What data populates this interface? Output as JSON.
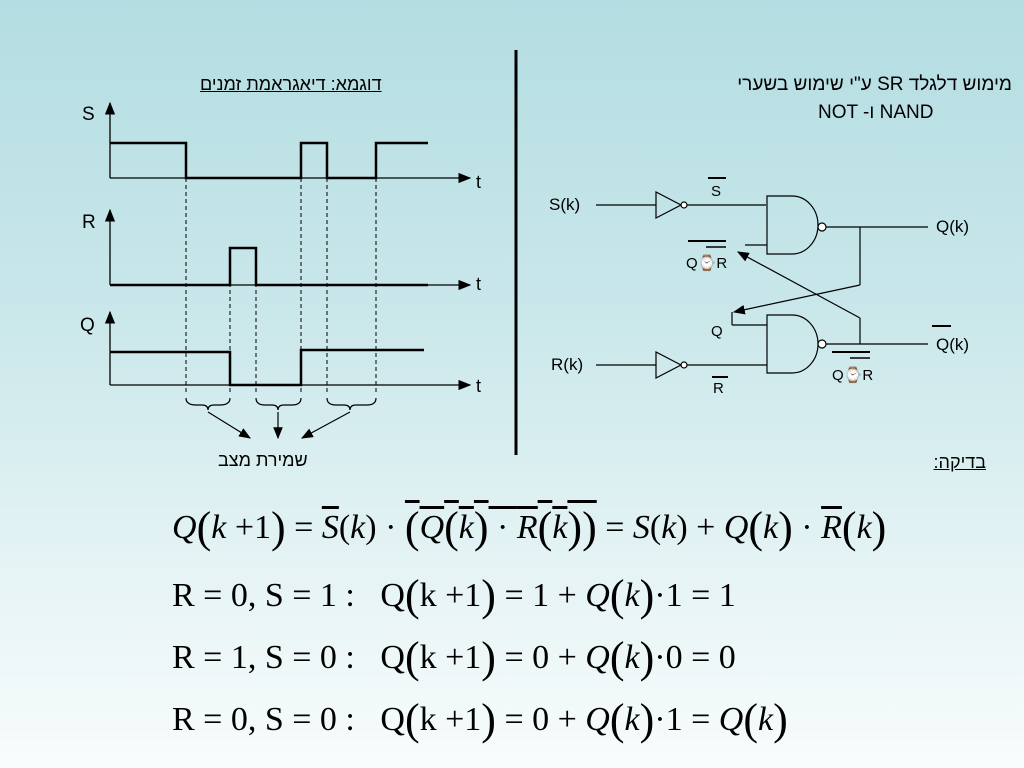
{
  "timing": {
    "title": "דוגמא: דיאגראמת זמנים",
    "s_label": "S",
    "r_label": "R",
    "q_label": "Q",
    "t_label": "t",
    "caption": "שמירת מצב"
  },
  "circuit": {
    "title_line1": "מימוש דלגלד SR ע\"י שימוש בשערי",
    "title_line2": "NOT -ו NAND",
    "s_in": "S(k)",
    "r_in": "R(k)",
    "s_bar": "S",
    "r_bar": "R",
    "q_out": "Q(k)",
    "qbar_out": "Q(k)",
    "q_label": "Q",
    "qr_top": "Q⌚R",
    "qr_bottom": "Q⌚R"
  },
  "check_label": "בדיקה:",
  "equations": {
    "eq1": "Q(k+1) = S̄(k)·‾(Q(k)·R̄(k)) = S(k)+Q(k)·R̄(k)",
    "eq2": "R = 0, S = 1:  Q(k+1) = 1 + Q(k)·1 = 1",
    "eq3": "R = 1, S = 0:  Q(k+1) = 0 + Q(k)·0 = 0",
    "eq4": "R = 0, S = 0:  Q(k+1) = 0 + Q(k)·1 = Q(k)"
  }
}
